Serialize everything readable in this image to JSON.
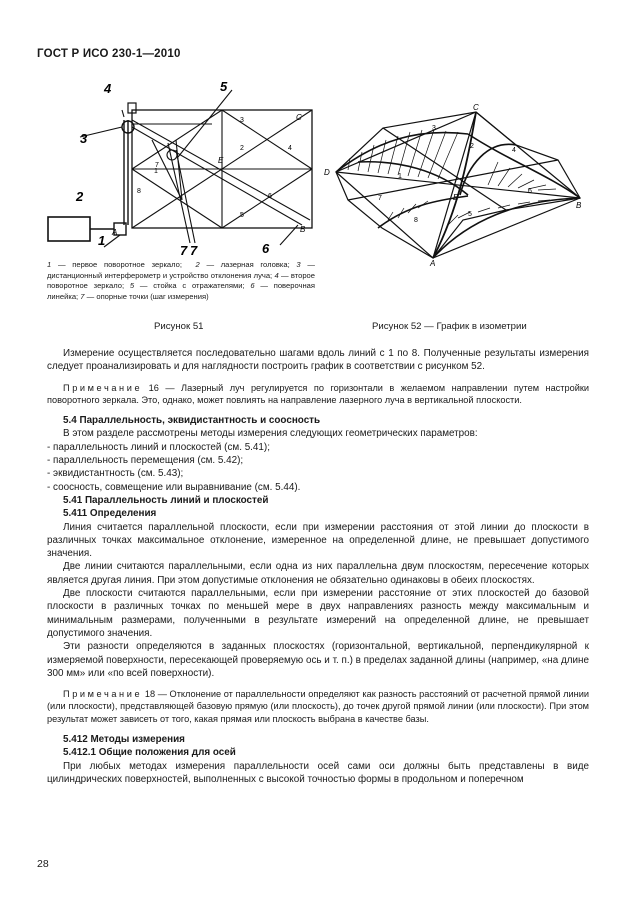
{
  "header": "ГОСТ Р ИСО 230-1—2010",
  "figure51": {
    "caption": "Рисунок 51",
    "callouts": [
      "1",
      "2",
      "3",
      "4",
      "5",
      "6",
      "7",
      "7"
    ],
    "corners": [
      "A",
      "B",
      "C"
    ],
    "pos_labels": [
      "1",
      "2",
      "3",
      "4",
      "5",
      "6",
      "7",
      "8",
      "E"
    ],
    "legend": [
      {
        "num": "1",
        "text": "— первое поворотное зеркало;"
      },
      {
        "num": "2",
        "text": "— лазерная головка;"
      },
      {
        "num": "3",
        "text": "— дистанционный интерферометр и устройство отклонения луча;"
      },
      {
        "num": "4",
        "text": "— второе поворотное зеркало;"
      },
      {
        "num": "5",
        "text": "— стойка с отражателями;"
      },
      {
        "num": "6",
        "text": "— поверочная линейка;"
      },
      {
        "num": "7",
        "text": "— опорные точки (шаг измерения)"
      }
    ]
  },
  "figure52": {
    "caption": "Рисунок 52 — График в изометрии",
    "corners": [
      "A",
      "B",
      "C",
      "D",
      "E"
    ],
    "numbers": [
      "1",
      "2",
      "3",
      "4",
      "5",
      "6",
      "7",
      "8"
    ]
  },
  "text": {
    "p1": "Измерение осуществляется последовательно шагами вдоль линий с 1 по 8. Полученные результаты измерения следует проанализировать и для наглядности построить график в соответствии с рисунком 52.",
    "note16_prefix": "Примечание",
    "note16": " 16 — Лазерный луч регулируется по горизонтали в желаемом направлении путем настройки поворотного зеркала. Это, однако, может повлиять на направление лазерного луча в вертикальной плоскости.",
    "h54": "5.4 Параллельность, эквидистантность и соосность",
    "p54": "В этом разделе рассмотрены методы измерения следующих геометрических параметров:",
    "list": [
      "- параллельность линий и плоскостей (см. 5.41);",
      "- параллельность перемещения (см. 5.42);",
      "- эквидистантность (см. 5.43);",
      "- соосность, совмещение или выравнивание (см. 5.44)."
    ],
    "h541": "5.41 Параллельность линий и плоскостей",
    "h5411": "5.411 Определения",
    "d1": "Линия считается параллельной плоскости, если при измерении расстояния от этой линии до плоскости в различных точках максимальное отклонение, измеренное на определенной длине, не превышает допустимого значения.",
    "d2": "Две линии считаются параллельными, если одна из них параллельна двум плоскостям, пересечение которых является другая линия. При этом допустимые отклонения не обязательно одинаковы в обеих плоскостях.",
    "d3": "Две плоскости считаются параллельными, если при измерении расстояние от этих плоскостей до базовой плоскости в различных точках по меньшей мере в двух направлениях разность между максимальным и минимальным размерами, полученными в результате измерений на определенной длине, не превышает допустимого значения.",
    "d4": "Эти разности определяются в заданных плоскостях (горизонтальной, вертикальной, перпендикулярной к измеряемой поверхности, пересекающей проверяемую ось и т. п.) в пределах заданной длины (например, «на длине 300 мм» или «по всей поверхности).",
    "note18_prefix": "Примечание",
    "note18": " 18 — Отклонение от параллельности определяют как разность расстояний от расчетной прямой линии (или плоскости), представляющей базовую прямую (или плоскость), до точек другой прямой линии (или плоскости). При этом результат может зависеть от того, какая прямая или плоскость выбрана в качестве базы.",
    "h5412": "5.412 Методы измерения",
    "h54121": "5.412.1 Общие положения для осей",
    "last": "При любых методах измерения параллельности осей сами оси должны быть представлены в виде цилиндрических поверхностей, выполненных с высокой точностью формы в продольном и поперечном"
  },
  "page_number": "28"
}
